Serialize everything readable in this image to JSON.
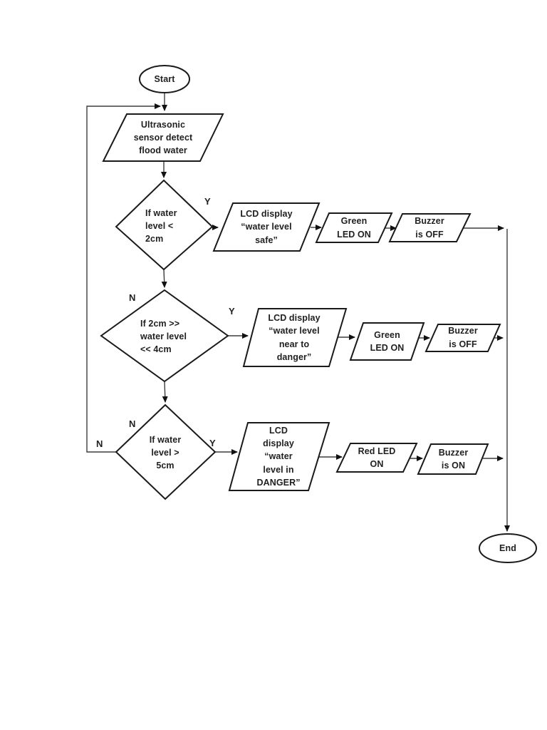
{
  "flowchart": {
    "nodes": {
      "start": {
        "label": "Start"
      },
      "sensor": {
        "label": "Ultrasonic\nsensor detect\nflood water"
      },
      "decision1": {
        "label": "If water\nlevel <\n2cm"
      },
      "lcd1": {
        "label": "LCD display\n“water level\nsafe”"
      },
      "green1": {
        "label": "Green\nLED ON"
      },
      "buzzer1": {
        "label": "Buzzer\nis OFF"
      },
      "decision2": {
        "label": "If 2cm >>\nwater level\n<< 4cm"
      },
      "lcd2": {
        "label": "LCD display\n“water level\nnear to\ndanger”"
      },
      "green2": {
        "label": "Green\nLED ON"
      },
      "buzzer2": {
        "label": "Buzzer\nis OFF"
      },
      "decision3": {
        "label": "If water\nlevel >\n5cm"
      },
      "lcd3": {
        "label": "LCD\ndisplay\n“water\nlevel in\nDANGER”"
      },
      "red3": {
        "label": "Red LED\nON"
      },
      "buzzer3": {
        "label": "Buzzer\nis ON"
      },
      "end": {
        "label": "End"
      }
    },
    "branches": {
      "d1_yes": "Y",
      "d1_no": "N",
      "d2_yes": "Y",
      "d2_no": "N",
      "d3_yes": "Y",
      "d3_no": "N"
    },
    "colors": {
      "shape_stroke": "#1a1a1a",
      "connector": "#3d3d3d",
      "text": "#1f1f1f",
      "page_background": "#ffffff"
    }
  }
}
